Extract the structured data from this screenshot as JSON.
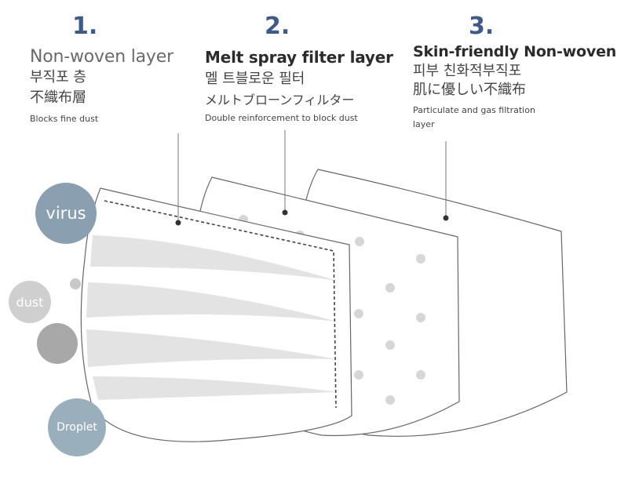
{
  "layers": [
    {
      "number": "1.",
      "title": "Non-woven layer",
      "korean": "부직포 층",
      "japanese": "不織布層",
      "description": "Blocks fine dust"
    },
    {
      "number": "2.",
      "title": "Melt spray filter layer",
      "korean": "멜 트블로운 필터",
      "japanese": "メルトブローンフィルター",
      "description": "Double reinforcement to block dust"
    },
    {
      "number": "3.",
      "title": "Skin-friendly Non-woven",
      "korean": "피부 친화적부직포",
      "japanese": "肌に優しい不織布",
      "description": "Particulate and gas filtration layer"
    }
  ],
  "particles": {
    "virus": "virus",
    "dust": "dust",
    "droplet": "Droplet"
  },
  "colors": {
    "number": "#3d5a8a",
    "virus": "#8aa0b0",
    "dust": "#cfcfcf",
    "dark_particle": "#a8a8a8",
    "droplet": "#9aafbc",
    "pleat": "#e3e3e3",
    "dot": "#d6d6d6",
    "outline": "#666666"
  }
}
